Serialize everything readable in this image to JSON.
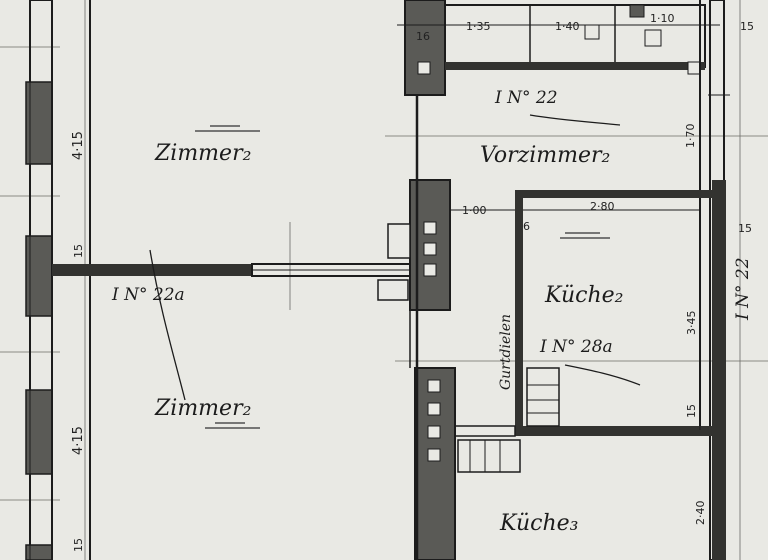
{
  "rooms": {
    "zimmer_upper": "Zimmer₂",
    "zimmer_lower": "Zimmer₂",
    "vorzimmer": "Vorzimmer₂",
    "kuche_inner": "Küche₂",
    "kuche_lower": "Küche₃"
  },
  "references": {
    "ref_22": "I N° 22",
    "ref_22a": "I N° 22a",
    "ref_28a": "I N° 28a",
    "ref_22_vertical": "I N° 22"
  },
  "dimensions": {
    "zimmer_upper_width": "4·15",
    "zimmer_lower_width": "4·15",
    "wall_15_left": "15",
    "wall_15_bottom": "15",
    "top_135": "1·35",
    "top_140": "1·40",
    "top_110": "1·10",
    "top_15": "15",
    "vorzimmer_170": "1·70",
    "kuche_100": "1·00",
    "kuche_280": "2·80",
    "kuche_345": "3·45",
    "right_15": "15",
    "mid_15": "15",
    "bottom_240": "2·40",
    "small_16": "16",
    "small_6": "6"
  },
  "annotations": {
    "gurtdielen": "Gurtdielen"
  },
  "colors": {
    "paper": "#e9e9e4",
    "ink": "#1c1c1c",
    "wall_fill": "#5a5a56",
    "wall_dark": "#333330"
  }
}
